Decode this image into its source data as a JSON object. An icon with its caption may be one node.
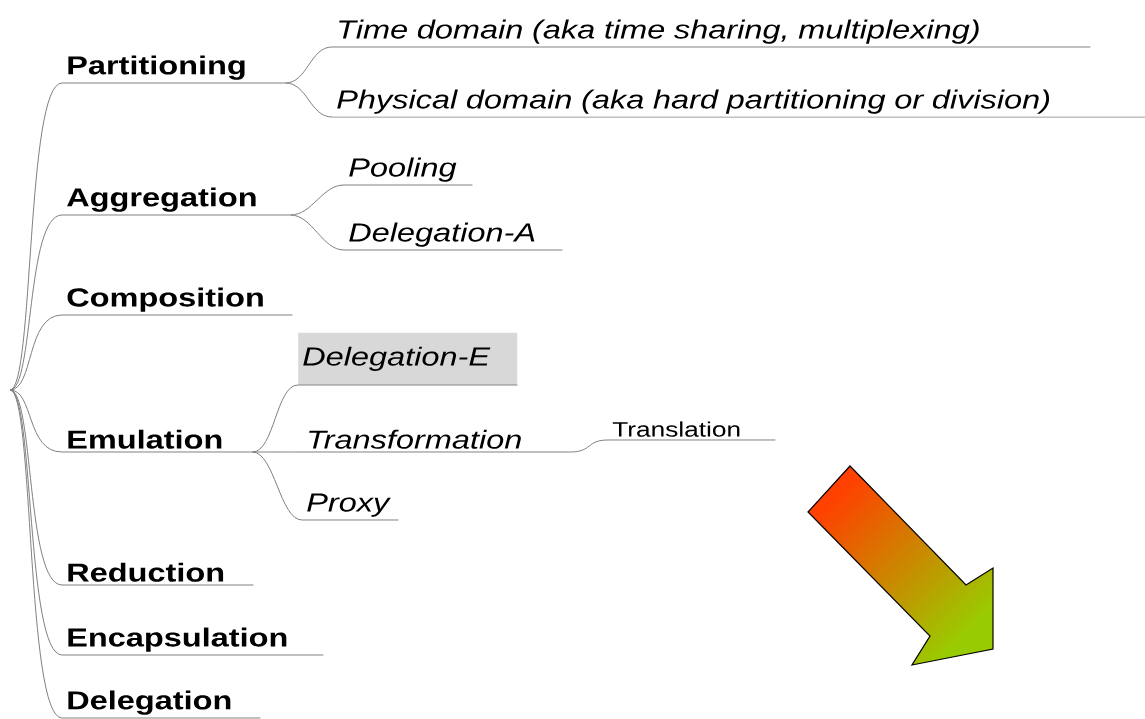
{
  "diagram": {
    "nodes": [
      {
        "text": [
          "Partitioning"
        ]
      },
      {
        "text": [
          "Time domain (aka time sharing, multiplexing)"
        ]
      },
      {
        "text": [
          "Physical domain (aka hard partitioning or division)"
        ]
      },
      {
        "text": [
          "Aggregation"
        ]
      },
      {
        "text": [
          "Pooling"
        ]
      },
      {
        "text": [
          "Delegation-A"
        ]
      },
      {
        "text": [
          "Composition"
        ]
      },
      {
        "text": [
          "Emulation"
        ]
      },
      {
        "text": [
          "Delegation-E"
        ]
      },
      {
        "text": [
          "Transformation"
        ]
      },
      {
        "text": [
          "Translation"
        ]
      },
      {
        "text": [
          "Proxy"
        ]
      },
      {
        "text": [
          "Reduction"
        ]
      },
      {
        "text": [
          "Encapsulation"
        ]
      },
      {
        "text": [
          "Delegation"
        ]
      }
    ],
    "edges": [
      {
        "from": null,
        "to": 0,
        "arrow": "none"
      },
      {
        "from": 0,
        "to": 1,
        "arrow": "none"
      },
      {
        "from": 0,
        "to": 2,
        "arrow": "none"
      },
      {
        "from": null,
        "to": 3,
        "arrow": "none"
      },
      {
        "from": 3,
        "to": 4,
        "arrow": "none"
      },
      {
        "from": 3,
        "to": 5,
        "arrow": "none"
      },
      {
        "from": null,
        "to": 6,
        "arrow": "none"
      },
      {
        "from": null,
        "to": 7,
        "arrow": "none"
      },
      {
        "from": 7,
        "to": 8,
        "arrow": "none"
      },
      {
        "from": 7,
        "to": 9,
        "arrow": "none"
      },
      {
        "from": 9,
        "to": 10,
        "arrow": "none"
      },
      {
        "from": 7,
        "to": 11,
        "arrow": "none"
      },
      {
        "from": null,
        "to": 12,
        "arrow": "none"
      },
      {
        "from": null,
        "to": 13,
        "arrow": "none"
      },
      {
        "from": null,
        "to": 14,
        "arrow": "none"
      }
    ]
  }
}
